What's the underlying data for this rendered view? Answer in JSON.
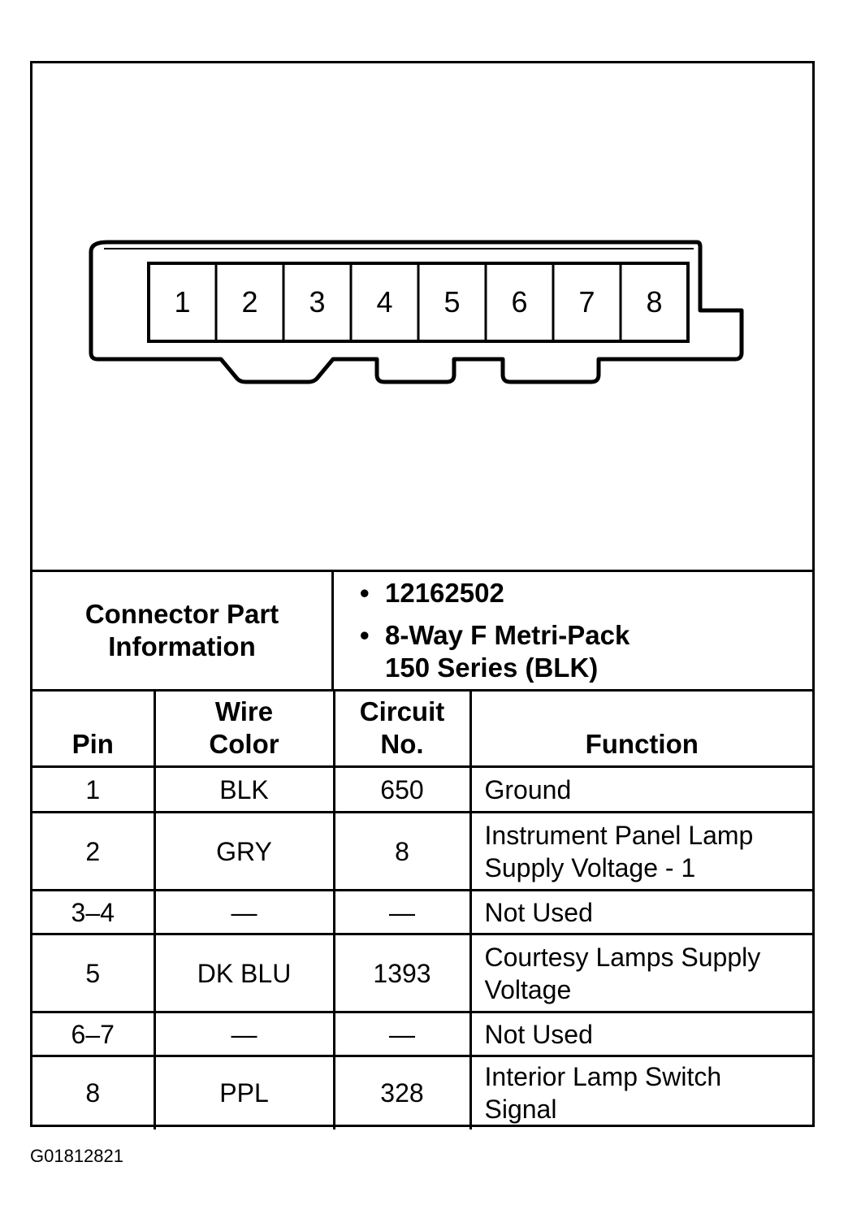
{
  "connector": {
    "cavities": [
      "1",
      "2",
      "3",
      "4",
      "5",
      "6",
      "7",
      "8"
    ]
  },
  "connector_info": {
    "label_line1": "Connector Part",
    "label_line2": "Information",
    "bullet": "•",
    "part_number": "12162502",
    "description_line1": "8-Way F Metri-Pack",
    "description_line2": "150 Series (BLK)"
  },
  "table": {
    "headers": {
      "pin": "Pin",
      "wire_color_line1": "Wire",
      "wire_color_line2": "Color",
      "circuit_line1": "Circuit",
      "circuit_line2": "No.",
      "function": "Function"
    },
    "rows": [
      {
        "pin": "1",
        "color": "BLK",
        "circuit": "650",
        "function_line1": "Ground",
        "function_line2": ""
      },
      {
        "pin": "2",
        "color": "GRY",
        "circuit": "8",
        "function_line1": "Instrument Panel Lamp",
        "function_line2": "Supply Voltage - 1"
      },
      {
        "pin": "3–4",
        "color": "—",
        "circuit": "—",
        "function_line1": "Not Used",
        "function_line2": ""
      },
      {
        "pin": "5",
        "color": "DK BLU",
        "circuit": "1393",
        "function_line1": "Courtesy Lamps Supply",
        "function_line2": "Voltage"
      },
      {
        "pin": "6–7",
        "color": "—",
        "circuit": "—",
        "function_line1": "Not Used",
        "function_line2": ""
      },
      {
        "pin": "8",
        "color": "PPL",
        "circuit": "328",
        "function_line1": "Interior Lamp Switch",
        "function_line2": "Signal"
      }
    ]
  },
  "figure_code": "G01812821"
}
